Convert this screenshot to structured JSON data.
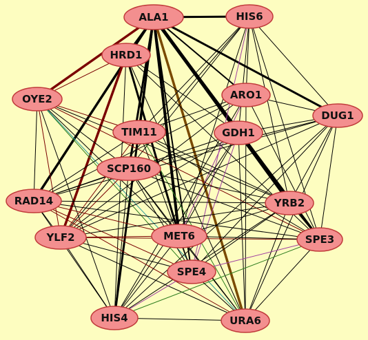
{
  "diagram": {
    "background_color": "#fdfdc0",
    "node_fill_color": "#f38f8f",
    "node_stroke_color": "#c03a3a",
    "nodes": [
      {
        "id": "ALA1",
        "label": "ALA1"
      },
      {
        "id": "HIS6",
        "label": "HIS6"
      },
      {
        "id": "HRD1",
        "label": "HRD1"
      },
      {
        "id": "OYE2",
        "label": "OYE2"
      },
      {
        "id": "ARO1",
        "label": "ARO1"
      },
      {
        "id": "DUG1",
        "label": "DUG1"
      },
      {
        "id": "TIM11",
        "label": "TIM11"
      },
      {
        "id": "GDH1",
        "label": "GDH1"
      },
      {
        "id": "SCP160",
        "label": "SCP160"
      },
      {
        "id": "RAD14",
        "label": "RAD14"
      },
      {
        "id": "YRB2",
        "label": "YRB2"
      },
      {
        "id": "YLF2",
        "label": "YLF2"
      },
      {
        "id": "MET6",
        "label": "MET6"
      },
      {
        "id": "SPE3",
        "label": "SPE3"
      },
      {
        "id": "SPE4",
        "label": "SPE4"
      },
      {
        "id": "HIS4",
        "label": "HIS4"
      },
      {
        "id": "URA6",
        "label": "URA6"
      }
    ],
    "edge_styles": {
      "black": "#000000",
      "maroon": "#7a0000",
      "brown": "#7a4a00",
      "green": "#2e7d1e",
      "violet": "#a040a0",
      "teal": "#2a9a9a"
    },
    "edges": [
      {
        "source": "ALA1",
        "target": "HIS6",
        "style": "black",
        "weight": 3
      },
      {
        "source": "ALA1",
        "target": "OYE2",
        "style": "maroon",
        "weight": 3.5
      },
      {
        "source": "ALA1",
        "target": "RAD14",
        "style": "black",
        "weight": 3.5
      },
      {
        "source": "ALA1",
        "target": "HIS4",
        "style": "black",
        "weight": 3
      },
      {
        "source": "ALA1",
        "target": "MET6",
        "style": "black",
        "weight": 4
      },
      {
        "source": "ALA1",
        "target": "URA6",
        "style": "brown",
        "weight": 3.5
      },
      {
        "source": "ALA1",
        "target": "GDH1",
        "style": "black",
        "weight": 5
      },
      {
        "source": "ALA1",
        "target": "SPE3",
        "style": "black",
        "weight": 3.5
      },
      {
        "source": "ALA1",
        "target": "DUG1",
        "style": "black",
        "weight": 3
      },
      {
        "source": "ALA1",
        "target": "TIM11",
        "style": "black",
        "weight": 3
      },
      {
        "source": "ALA1",
        "target": "SCP160",
        "style": "black",
        "weight": 3
      },
      {
        "source": "ALA1",
        "target": "YRB2",
        "style": "black",
        "weight": 3
      },
      {
        "source": "ALA1",
        "target": "ARO1",
        "style": "black",
        "weight": 2
      },
      {
        "source": "ALA1",
        "target": "HRD1",
        "style": "black",
        "weight": 2
      },
      {
        "source": "ALA1",
        "target": "SPE4",
        "style": "black",
        "weight": 2
      },
      {
        "source": "HRD1",
        "target": "YLF2",
        "style": "maroon",
        "weight": 3.5
      },
      {
        "source": "HRD1",
        "target": "MET6",
        "style": "black",
        "weight": 3
      },
      {
        "source": "HRD1",
        "target": "GDH1",
        "style": "black",
        "weight": 1
      },
      {
        "source": "HRD1",
        "target": "HIS4",
        "style": "black",
        "weight": 1
      },
      {
        "source": "HRD1",
        "target": "SPE3",
        "style": "black",
        "weight": 1
      },
      {
        "source": "HRD1",
        "target": "URA6",
        "style": "black",
        "weight": 1
      },
      {
        "source": "HRD1",
        "target": "OYE2",
        "style": "maroon",
        "weight": 1
      },
      {
        "source": "HIS6",
        "target": "ARO1",
        "style": "black",
        "weight": 1
      },
      {
        "source": "HIS6",
        "target": "DUG1",
        "style": "black",
        "weight": 1
      },
      {
        "source": "HIS6",
        "target": "GDH1",
        "style": "black",
        "weight": 1
      },
      {
        "source": "HIS6",
        "target": "TIM11",
        "style": "black",
        "weight": 1
      },
      {
        "source": "HIS6",
        "target": "SCP160",
        "style": "black",
        "weight": 1
      },
      {
        "source": "HIS6",
        "target": "YRB2",
        "style": "black",
        "weight": 1
      },
      {
        "source": "HIS6",
        "target": "SPE3",
        "style": "black",
        "weight": 1
      },
      {
        "source": "HIS6",
        "target": "MET6",
        "style": "black",
        "weight": 1
      },
      {
        "source": "HIS6",
        "target": "YLF2",
        "style": "black",
        "weight": 1
      },
      {
        "source": "HIS6",
        "target": "SPE4",
        "style": "violet",
        "weight": 1
      },
      {
        "source": "OYE2",
        "target": "RAD14",
        "style": "black",
        "weight": 1
      },
      {
        "source": "OYE2",
        "target": "YLF2",
        "style": "maroon",
        "weight": 1
      },
      {
        "source": "OYE2",
        "target": "HIS4",
        "style": "black",
        "weight": 1
      },
      {
        "source": "OYE2",
        "target": "MET6",
        "style": "black",
        "weight": 1
      },
      {
        "source": "OYE2",
        "target": "SPE4",
        "style": "green",
        "weight": 1
      },
      {
        "source": "OYE2",
        "target": "URA6",
        "style": "teal",
        "weight": 1
      },
      {
        "source": "OYE2",
        "target": "TIM11",
        "style": "maroon",
        "weight": 1
      },
      {
        "source": "OYE2",
        "target": "SPE3",
        "style": "maroon",
        "weight": 1
      },
      {
        "source": "OYE2",
        "target": "YRB2",
        "style": "black",
        "weight": 1
      },
      {
        "source": "OYE2",
        "target": "SCP160",
        "style": "black",
        "weight": 1
      },
      {
        "source": "ARO1",
        "target": "DUG1",
        "style": "black",
        "weight": 1
      },
      {
        "source": "ARO1",
        "target": "HIS4",
        "style": "black",
        "weight": 1
      },
      {
        "source": "ARO1",
        "target": "RAD14",
        "style": "black",
        "weight": 1
      },
      {
        "source": "ARO1",
        "target": "YLF2",
        "style": "black",
        "weight": 1
      },
      {
        "source": "ARO1",
        "target": "SPE3",
        "style": "black",
        "weight": 1
      },
      {
        "source": "ARO1",
        "target": "URA6",
        "style": "black",
        "weight": 1
      },
      {
        "source": "ARO1",
        "target": "TIM11",
        "style": "black",
        "weight": 1
      },
      {
        "source": "ARO1",
        "target": "MET6",
        "style": "violet",
        "weight": 1
      },
      {
        "source": "DUG1",
        "target": "RAD14",
        "style": "black",
        "weight": 1
      },
      {
        "source": "DUG1",
        "target": "YLF2",
        "style": "black",
        "weight": 1
      },
      {
        "source": "DUG1",
        "target": "HIS4",
        "style": "black",
        "weight": 1
      },
      {
        "source": "DUG1",
        "target": "URA6",
        "style": "black",
        "weight": 1
      },
      {
        "source": "DUG1",
        "target": "SPE3",
        "style": "black",
        "weight": 1
      },
      {
        "source": "DUG1",
        "target": "SCP160",
        "style": "black",
        "weight": 1
      },
      {
        "source": "DUG1",
        "target": "YRB2",
        "style": "black",
        "weight": 1
      },
      {
        "source": "DUG1",
        "target": "SPE4",
        "style": "black",
        "weight": 1
      },
      {
        "source": "DUG1",
        "target": "GDH1",
        "style": "black",
        "weight": 1
      },
      {
        "source": "TIM11",
        "target": "RAD14",
        "style": "black",
        "weight": 1
      },
      {
        "source": "TIM11",
        "target": "HIS4",
        "style": "black",
        "weight": 1
      },
      {
        "source": "TIM11",
        "target": "SPE3",
        "style": "black",
        "weight": 1
      },
      {
        "source": "TIM11",
        "target": "URA6",
        "style": "green",
        "weight": 1
      },
      {
        "source": "TIM11",
        "target": "YRB2",
        "style": "black",
        "weight": 1
      },
      {
        "source": "TIM11",
        "target": "YLF2",
        "style": "maroon",
        "weight": 1
      },
      {
        "source": "TIM11",
        "target": "SPE4",
        "style": "black",
        "weight": 1
      },
      {
        "source": "GDH1",
        "target": "RAD14",
        "style": "black",
        "weight": 1
      },
      {
        "source": "GDH1",
        "target": "YLF2",
        "style": "black",
        "weight": 1
      },
      {
        "source": "GDH1",
        "target": "HIS4",
        "style": "black",
        "weight": 1
      },
      {
        "source": "GDH1",
        "target": "URA6",
        "style": "black",
        "weight": 1
      },
      {
        "source": "GDH1",
        "target": "YRB2",
        "style": "black",
        "weight": 3
      },
      {
        "source": "GDH1",
        "target": "SPE3",
        "style": "black",
        "weight": 1
      },
      {
        "source": "GDH1",
        "target": "SPE4",
        "style": "violet",
        "weight": 1
      },
      {
        "source": "GDH1",
        "target": "MET6",
        "style": "black",
        "weight": 1
      },
      {
        "source": "SCP160",
        "target": "RAD14",
        "style": "black",
        "weight": 1
      },
      {
        "source": "SCP160",
        "target": "YRB2",
        "style": "black",
        "weight": 1
      },
      {
        "source": "SCP160",
        "target": "SPE3",
        "style": "black",
        "weight": 1
      },
      {
        "source": "SCP160",
        "target": "URA6",
        "style": "black",
        "weight": 1
      },
      {
        "source": "SCP160",
        "target": "SPE4",
        "style": "black",
        "weight": 1
      },
      {
        "source": "SCP160",
        "target": "HIS4",
        "style": "black",
        "weight": 1
      },
      {
        "source": "SCP160",
        "target": "YLF2",
        "style": "maroon",
        "weight": 1
      },
      {
        "source": "SCP160",
        "target": "MET6",
        "style": "black",
        "weight": 1
      },
      {
        "source": "RAD14",
        "target": "YLF2",
        "style": "black",
        "weight": 1
      },
      {
        "source": "RAD14",
        "target": "YRB2",
        "style": "black",
        "weight": 1
      },
      {
        "source": "RAD14",
        "target": "SPE3",
        "style": "black",
        "weight": 1
      },
      {
        "source": "RAD14",
        "target": "MET6",
        "style": "maroon",
        "weight": 1
      },
      {
        "source": "RAD14",
        "target": "SPE4",
        "style": "maroon",
        "weight": 1
      },
      {
        "source": "RAD14",
        "target": "URA6",
        "style": "maroon",
        "weight": 1
      },
      {
        "source": "RAD14",
        "target": "HIS4",
        "style": "black",
        "weight": 1
      },
      {
        "source": "YLF2",
        "target": "MET6",
        "style": "maroon",
        "weight": 1
      },
      {
        "source": "YLF2",
        "target": "SPE3",
        "style": "maroon",
        "weight": 1
      },
      {
        "source": "YLF2",
        "target": "SPE4",
        "style": "black",
        "weight": 1
      },
      {
        "source": "YLF2",
        "target": "HIS4",
        "style": "black",
        "weight": 1
      },
      {
        "source": "YLF2",
        "target": "URA6",
        "style": "black",
        "weight": 1
      },
      {
        "source": "YLF2",
        "target": "YRB2",
        "style": "black",
        "weight": 1
      },
      {
        "source": "YRB2",
        "target": "SPE3",
        "style": "black",
        "weight": 1
      },
      {
        "source": "YRB2",
        "target": "MET6",
        "style": "black",
        "weight": 1
      },
      {
        "source": "YRB2",
        "target": "SPE4",
        "style": "black",
        "weight": 1
      },
      {
        "source": "YRB2",
        "target": "URA6",
        "style": "black",
        "weight": 1
      },
      {
        "source": "YRB2",
        "target": "HIS4",
        "style": "black",
        "weight": 1
      },
      {
        "source": "MET6",
        "target": "SPE3",
        "style": "black",
        "weight": 1
      },
      {
        "source": "MET6",
        "target": "HIS4",
        "style": "black",
        "weight": 1
      },
      {
        "source": "MET6",
        "target": "URA6",
        "style": "black",
        "weight": 1
      },
      {
        "source": "MET6",
        "target": "SPE4",
        "style": "black",
        "weight": 1
      },
      {
        "source": "SPE3",
        "target": "SPE4",
        "style": "violet",
        "weight": 1
      },
      {
        "source": "SPE3",
        "target": "URA6",
        "style": "black",
        "weight": 1
      },
      {
        "source": "SPE3",
        "target": "HIS4",
        "style": "green",
        "weight": 1
      },
      {
        "source": "SPE4",
        "target": "HIS4",
        "style": "violet",
        "weight": 1
      },
      {
        "source": "SPE4",
        "target": "URA6",
        "style": "black",
        "weight": 1
      },
      {
        "source": "HIS4",
        "target": "URA6",
        "style": "black",
        "weight": 1
      }
    ]
  }
}
